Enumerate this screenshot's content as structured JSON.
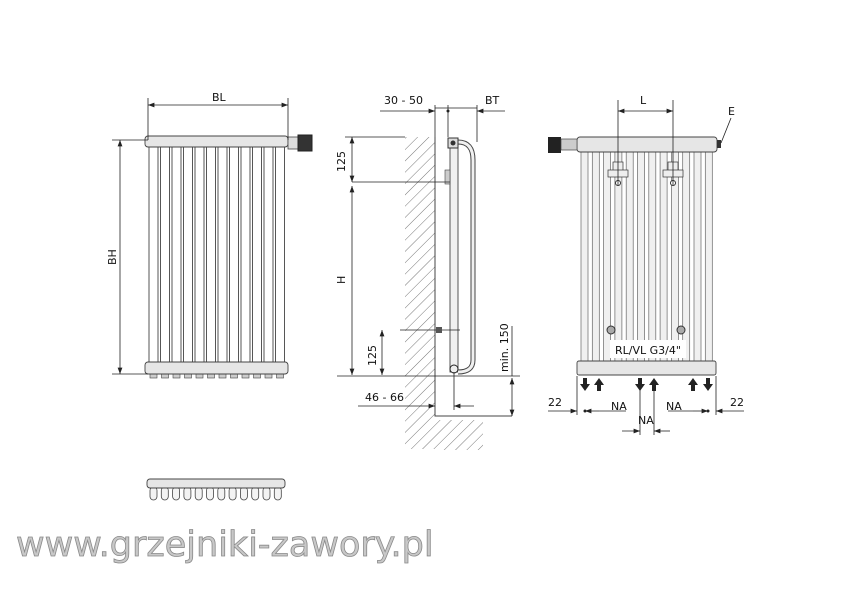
{
  "front_view": {
    "width_label": "BL",
    "height_label": "BH",
    "tube_count": 12
  },
  "side_view": {
    "wall_distance_label": "30 - 50",
    "depth_label": "BT",
    "top_offset_label": "125",
    "height_label": "H",
    "bottom_offset_label": "125",
    "floor_clearance_label": "min. 150",
    "pipe_distance_label": "46 - 66"
  },
  "rear_view": {
    "connection_spacing_label": "L",
    "vent_label": "E",
    "connection_label": "RL/VL G3/4\"",
    "left_margin_label": "22",
    "right_margin_label": "22",
    "na_left_label": "NA",
    "na_center_label": "NA",
    "na_right_label": "NA"
  },
  "watermark": "www.grzejniki-zawory.pl"
}
